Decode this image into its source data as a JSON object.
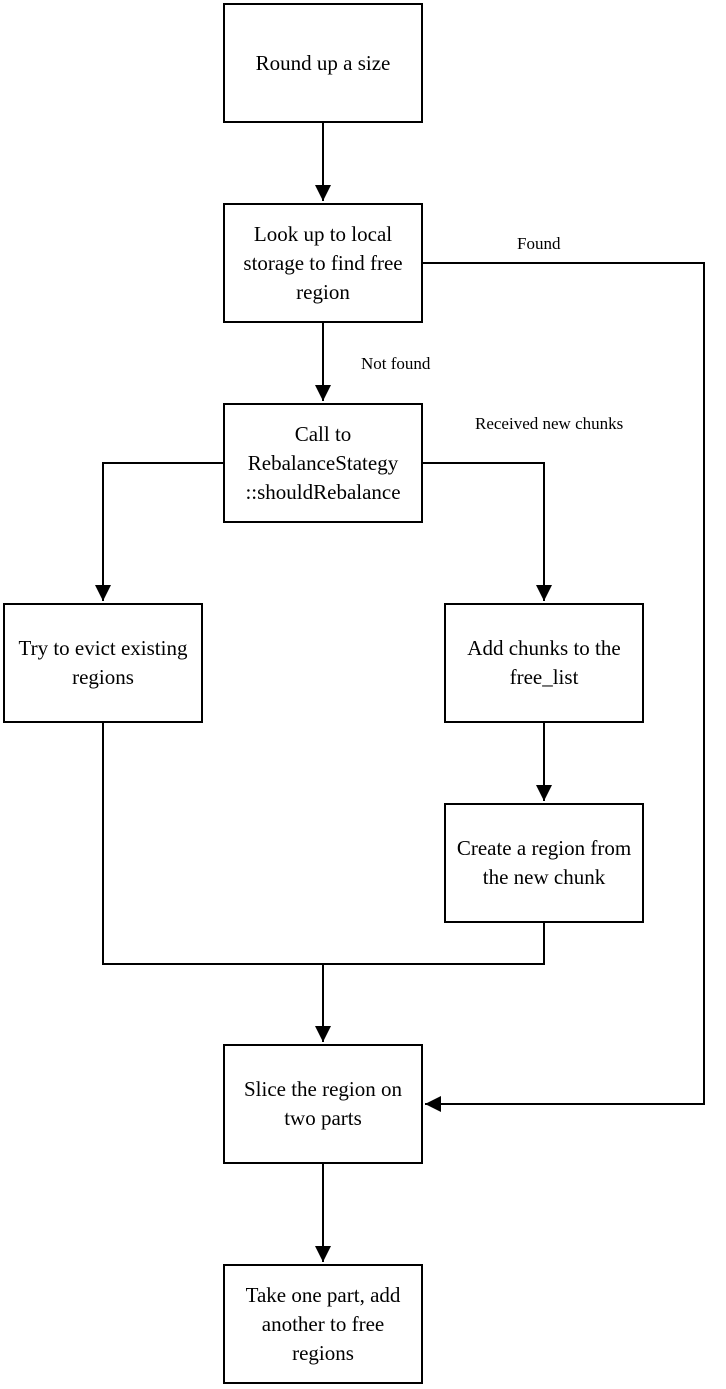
{
  "nodes": {
    "round_up": "Round up a size",
    "lookup": "Look up to local storage to find free region",
    "call": "Call to RebalanceStategy ::shouldRebalance",
    "evict": "Try to evict existing regions",
    "add_chunks": "Add chunks to the free_list",
    "create_region": "Create a region from the new chunk",
    "slice": "Slice the region on two parts",
    "take_part": "Take one part, add another to free regions"
  },
  "edge_labels": {
    "found": "Found",
    "not_found": "Not found",
    "received": "Received new chunks"
  }
}
